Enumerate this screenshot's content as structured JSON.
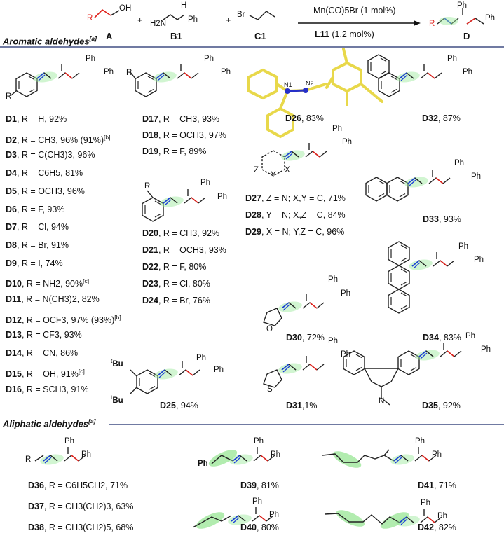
{
  "scheme": {
    "reagent_A_label": "A",
    "reagent_B_label": "B1",
    "reagent_C_label": "C1",
    "product_label": "D",
    "plus": "+",
    "condition_catalyst": "Mn(CO)5Br (1 mol%)",
    "condition_ligand_name": "L11",
    "condition_ligand_loading": "(1.2 mol%)",
    "atom_oh": "OH",
    "atom_r": "R",
    "atom_br": "Br",
    "atom_ph": "Ph",
    "atom_h": "H",
    "atom_h2n": "H2N",
    "atom_n": "N"
  },
  "sections": {
    "aromatic": "Aromatic aldehydes",
    "aromatic_note": "[a]",
    "aliphatic": "Aliphatic aldehydes",
    "aliphatic_note": "[a]"
  },
  "structure_atoms": {
    "tbu": "Bu",
    "t": "t",
    "o": "O",
    "s": "S",
    "n1": "N1",
    "n2": "N2",
    "z": "Z",
    "y": "Y",
    "x": "X"
  },
  "entries": [
    {
      "id": "D1",
      "text": ", R = H, 92%"
    },
    {
      "id": "D2",
      "text": ", R = CH3, 96% (91%)",
      "sup": "[b]"
    },
    {
      "id": "D3",
      "text": ", R = C(CH3)3, 96%"
    },
    {
      "id": "D4",
      "text": ", R = C6H5, 81%"
    },
    {
      "id": "D5",
      "text": ", R = OCH3, 96%"
    },
    {
      "id": "D6",
      "text": ", R = F, 93%"
    },
    {
      "id": "D7",
      "text": ", R = Cl, 94%"
    },
    {
      "id": "D8",
      "text": ", R = Br, 91%"
    },
    {
      "id": "D9",
      "text": ", R = I, 74%"
    },
    {
      "id": "D10",
      "text": ", R = NH2, 90%",
      "sup": "[c]"
    },
    {
      "id": "D11",
      "text": ", R = N(CH3)2, 82%"
    },
    {
      "id": "D12",
      "text": ", R = OCF3, 97% (93%)",
      "sup": "[b]"
    },
    {
      "id": "D13",
      "text": ", R = CF3, 93%"
    },
    {
      "id": "D14",
      "text": ", R = CN, 86%"
    },
    {
      "id": "D15",
      "text": ", R = OH, 91%",
      "sup": "[c]"
    },
    {
      "id": "D16",
      "text": ", R = SCH3, 91%"
    },
    {
      "id": "D17",
      "text": ", R = CH3, 93%"
    },
    {
      "id": "D18",
      "text": ", R = OCH3, 97%"
    },
    {
      "id": "D19",
      "text": ", R = F, 89%"
    },
    {
      "id": "D20",
      "text": ", R = CH3, 92%"
    },
    {
      "id": "D21",
      "text": ", R = OCH3, 93%"
    },
    {
      "id": "D22",
      "text": ", R = F, 80%"
    },
    {
      "id": "D23",
      "text": ", R = Cl, 80%"
    },
    {
      "id": "D24",
      "text": ", R = Br, 76%"
    },
    {
      "id": "D25",
      "text": ", 94%"
    },
    {
      "id": "D26",
      "text": ", 83%"
    },
    {
      "id": "D27",
      "text": ", Z = N; X,Y = C, 71%"
    },
    {
      "id": "D28",
      "text": ", Y = N; X,Z = C, 84%"
    },
    {
      "id": "D29",
      "text": ", X = N; Y,Z = C, 96%"
    },
    {
      "id": "D30",
      "text": ", 72%"
    },
    {
      "id": "D31",
      "text": ",1%"
    },
    {
      "id": "D32",
      "text": ", 87%"
    },
    {
      "id": "D33",
      "text": ", 93%"
    },
    {
      "id": "D34",
      "text": ", 83%"
    },
    {
      "id": "D35",
      "text": ", 92%"
    },
    {
      "id": "D36",
      "text": ", R = C6H5CH2, 71%"
    },
    {
      "id": "D37",
      "text": ", R = CH3(CH2)3, 63%"
    },
    {
      "id": "D38",
      "text": ", R = CH3(CH2)5, 68%"
    },
    {
      "id": "D39",
      "text": ", 81%"
    },
    {
      "id": "D40",
      "text": ", 80%"
    },
    {
      "id": "D41",
      "text": ", 71%"
    },
    {
      "id": "D42",
      "text": ", 82%"
    }
  ],
  "colors": {
    "red_bond": "#e0201a",
    "blue_bond": "#1a3dd8",
    "green_highlight": "#7fe07a",
    "crystal_yellow": "#e8d84a",
    "crystal_blue": "#2630c8",
    "rule_line": "#1a2a6a"
  }
}
